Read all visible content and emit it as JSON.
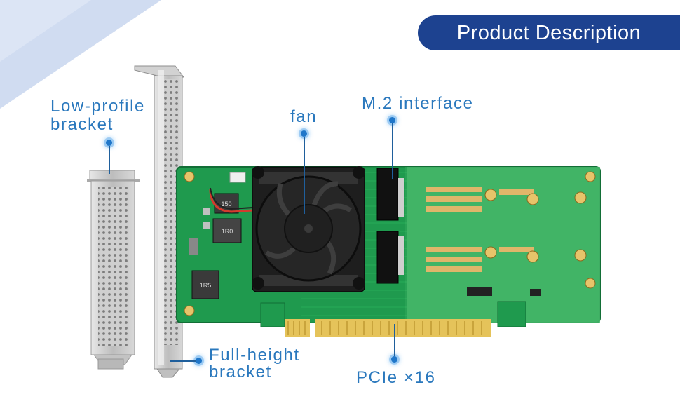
{
  "header": {
    "title": "Product Description"
  },
  "labels": {
    "low_profile": [
      "Low-profile",
      "bracket"
    ],
    "fan": "fan",
    "m2": "M.2 interface",
    "full_height": [
      "Full-height",
      "bracket"
    ],
    "pcie": "PCIe ×16"
  },
  "components": {
    "inductors": [
      "150",
      "1R0",
      "1R5"
    ]
  },
  "colors": {
    "header_bg": "#1d4290",
    "label_text": "#2a78bd",
    "pcb_green": "#1f9a4e",
    "gold_contacts": "#e5c35a",
    "heatsink": "#1e1e1e",
    "bracket_metal": "#c9c9c9"
  }
}
